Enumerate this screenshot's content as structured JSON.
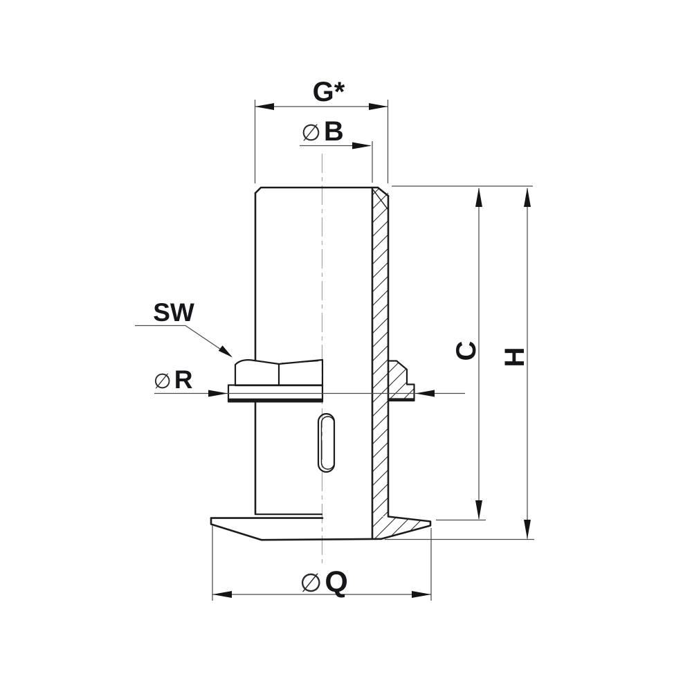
{
  "drawing": {
    "title": "Threaded tank fitting — half-section technical drawing",
    "labels": {
      "g_star": "G*",
      "b": {
        "sym": "∅",
        "letter": "B"
      },
      "sw": "SW",
      "r": {
        "sym": "∅",
        "letter": "R"
      },
      "c": "C",
      "h": "H",
      "q": {
        "sym": "∅",
        "letter": "Q"
      }
    },
    "colors": {
      "background": "#ffffff",
      "outline": "#1b1b1b",
      "dimension_line": "#4a4a4a",
      "text": "#15151a",
      "centerline": "#a8a8a8"
    }
  }
}
